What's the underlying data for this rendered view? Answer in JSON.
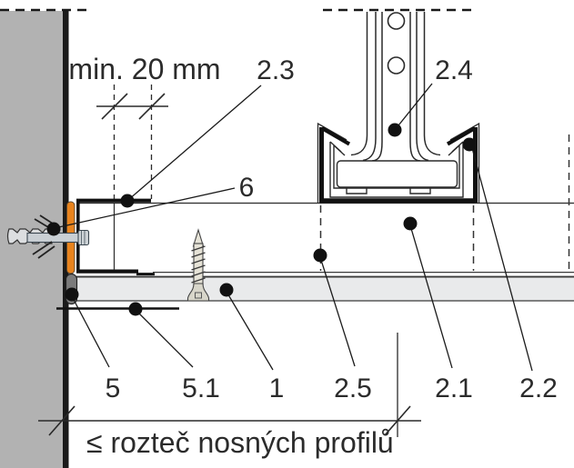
{
  "diagram": {
    "title_hidden": "",
    "dimension_min": "min. 20 mm",
    "spacing_note": "≤ rozteč nosných profilů",
    "callouts": {
      "c23": "2.3",
      "c24": "2.4",
      "c6": "6",
      "c5": "5",
      "c51": "5.1",
      "c1": "1",
      "c25": "2.5",
      "c21": "2.1",
      "c22": "2.2"
    },
    "colors": {
      "wall": "#b2b2b2",
      "wall_edge": "#1a1a1a",
      "edge_strip": "#e8831d",
      "board": "#e9eaeb",
      "sealant": "#7b7b7b",
      "line": "#1a1a1a",
      "metal": "#c9cfd4",
      "screw_body": "#e6e3d7",
      "screw_head": "#d8d6ca"
    }
  }
}
